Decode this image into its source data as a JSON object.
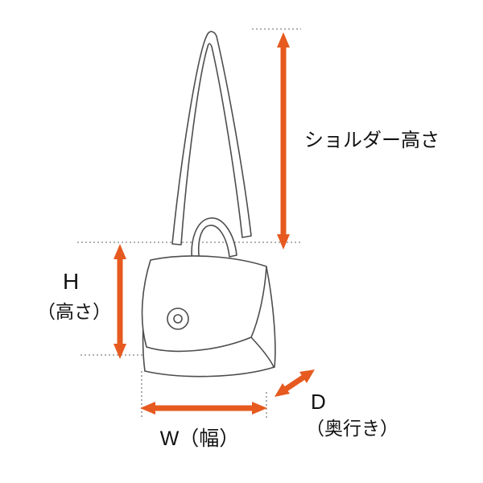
{
  "figure": {
    "colors": {
      "arrow": "#e65a1f",
      "outline": "#4d4d4d",
      "dotted": "#999999",
      "text": "#111111"
    },
    "labels": {
      "shoulder_height": "ショルダー高さ",
      "height_symbol": "H",
      "height_name": "（高さ）",
      "width": "W（幅）",
      "depth_symbol": "D",
      "depth_name": "（奥行き）"
    }
  }
}
